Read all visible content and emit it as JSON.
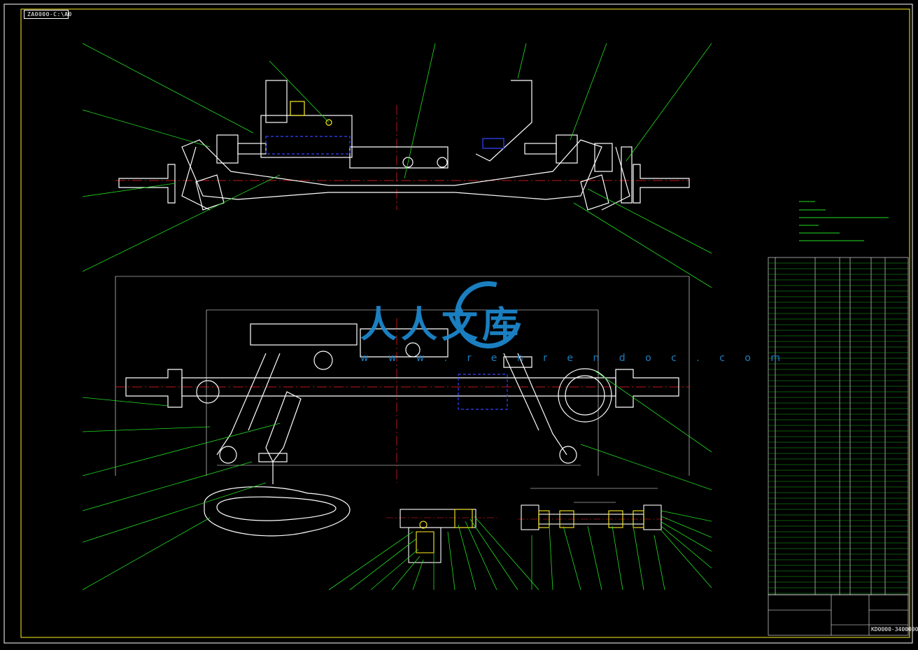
{
  "sheet_tag": "ZA0000-C:\\A0",
  "drawing_number": "KD0000-3400000",
  "watermark": {
    "text": "人人文库",
    "url": "w w w . r e n r e n d o c . c o m"
  },
  "colors": {
    "line": "#ffffff",
    "leader": "#22e022",
    "axis": "#ff2222",
    "hidden": "#3344ff",
    "accent": "#ffee22",
    "watermark": "#1d8ad1"
  }
}
